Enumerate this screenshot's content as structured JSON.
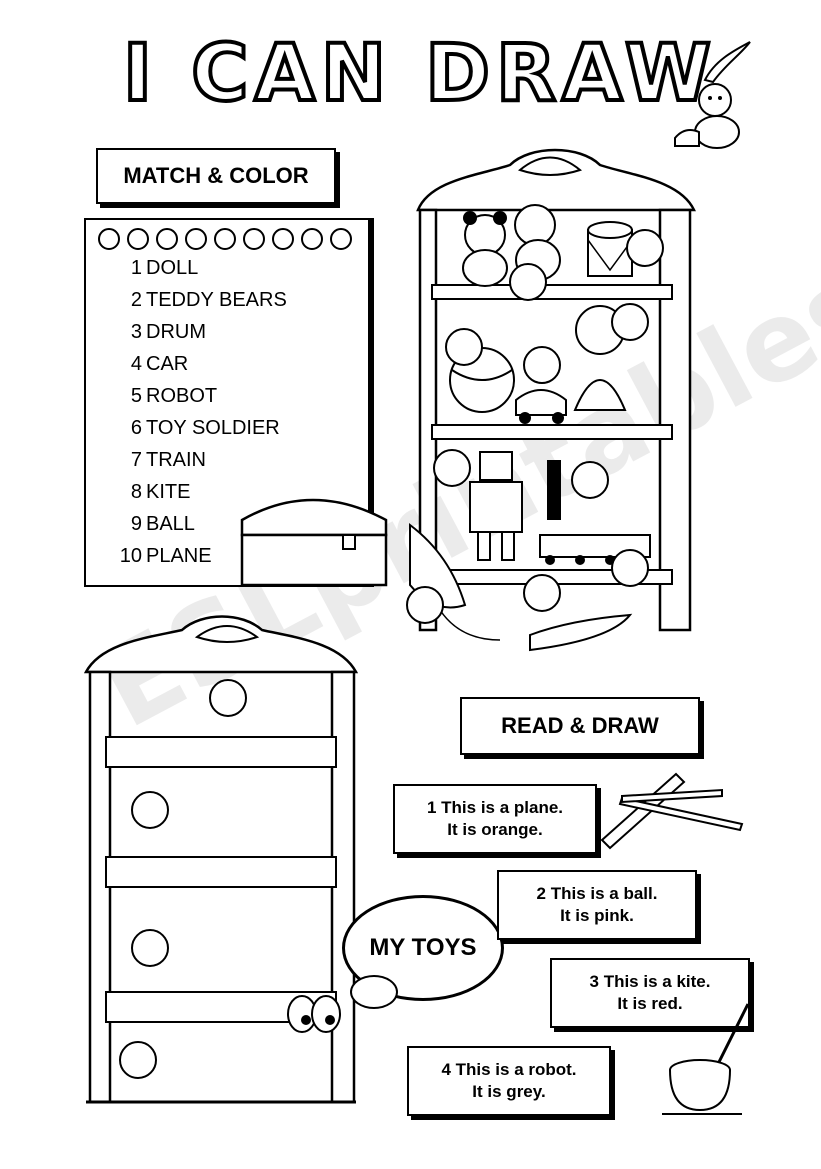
{
  "title": "I CAN DRAW",
  "match_section": {
    "heading": "MATCH & COLOR",
    "items": [
      {
        "num": "1",
        "label": "DOLL"
      },
      {
        "num": "2",
        "label": "TEDDY BEARS"
      },
      {
        "num": "3",
        "label": "DRUM"
      },
      {
        "num": "4",
        "label": "CAR"
      },
      {
        "num": "5",
        "label": "ROBOT"
      },
      {
        "num": "6",
        "label": "TOY SOLDIER"
      },
      {
        "num": "7",
        "label": "TRAIN"
      },
      {
        "num": "8",
        "label": "KITE"
      },
      {
        "num": "9",
        "label": "BALL"
      },
      {
        "num": "10",
        "label": "PLANE"
      }
    ]
  },
  "read_section": {
    "heading": "READ & DRAW",
    "sentences": [
      {
        "line1": "1 This is a plane.",
        "line2": "It is orange."
      },
      {
        "line1": "2 This is a ball.",
        "line2": "It is pink."
      },
      {
        "line1": "3 This is a kite.",
        "line2": "It is red."
      },
      {
        "line1": "4 This is a robot.",
        "line2": "It is grey."
      }
    ]
  },
  "bubble_text": "MY TOYS",
  "watermark": "ESLprintables.com"
}
